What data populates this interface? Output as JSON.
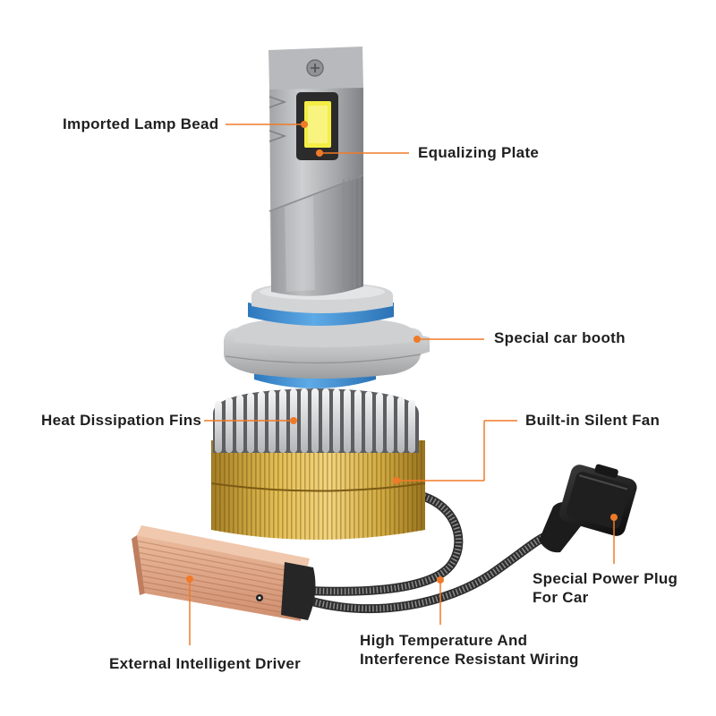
{
  "callouts": {
    "lamp_bead": "Imported Lamp Bead",
    "equalizing_plate": "Equalizing Plate",
    "car_booth": "Special car booth",
    "heat_fins": "Heat Dissipation Fins",
    "silent_fan": "Built-in Silent Fan",
    "power_plug": [
      "Special Power Plug",
      "For Car"
    ],
    "wiring": [
      "High Temperature And",
      "Interference Resistant Wiring"
    ],
    "driver": "External Intelligent Driver"
  },
  "colors": {
    "callout_accent": "#f07a28",
    "label_text": "#1f1f1f",
    "background": "#ffffff"
  }
}
